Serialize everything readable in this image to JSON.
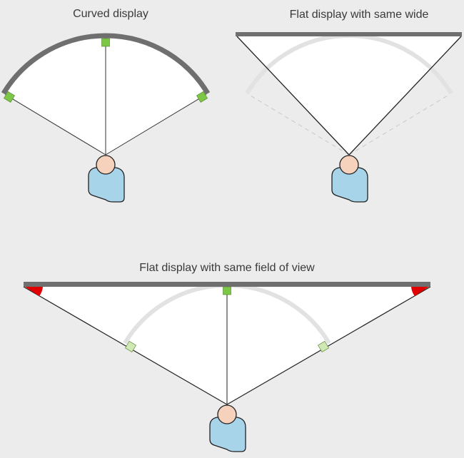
{
  "panels": {
    "curved": {
      "title": "Curved display"
    },
    "flat_same_width": {
      "title": "Flat display with same wide"
    },
    "flat_same_fov": {
      "title": "Flat display with same field of view"
    }
  },
  "colors": {
    "background": "#ececec",
    "screen": "#6f6f6f",
    "ghost_arc": "#e2e2e2",
    "right_angle": "#7cc846",
    "right_angle_faded": "#cfe8b4",
    "off_angle": "#e00000",
    "skin": "#f6d2bd",
    "shirt": "#a8d4ea"
  }
}
